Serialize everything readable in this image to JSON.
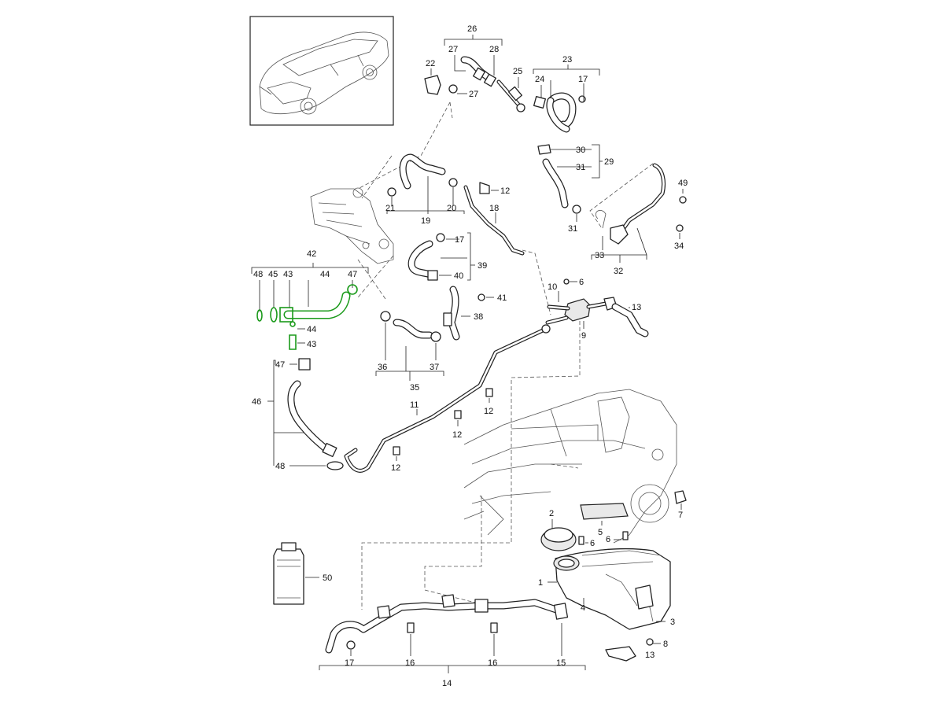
{
  "callouts": [
    {
      "id": "c-26a",
      "text": "26"
    },
    {
      "id": "c-27a",
      "text": "27"
    },
    {
      "id": "c-28",
      "text": "28"
    },
    {
      "id": "c-22",
      "text": "22"
    },
    {
      "id": "c-27b",
      "text": "27"
    },
    {
      "id": "c-25",
      "text": "25"
    },
    {
      "id": "c-23",
      "text": "23"
    },
    {
      "id": "c-24",
      "text": "24"
    },
    {
      "id": "c-17a",
      "text": "17"
    },
    {
      "id": "c-30",
      "text": "30"
    },
    {
      "id": "c-29",
      "text": "29"
    },
    {
      "id": "c-31a",
      "text": "31"
    },
    {
      "id": "c-31b",
      "text": "31"
    },
    {
      "id": "c-12a",
      "text": "12"
    },
    {
      "id": "c-21",
      "text": "21"
    },
    {
      "id": "c-20",
      "text": "20"
    },
    {
      "id": "c-19",
      "text": "19"
    },
    {
      "id": "c-18",
      "text": "18"
    },
    {
      "id": "c-49",
      "text": "49"
    },
    {
      "id": "c-33",
      "text": "33"
    },
    {
      "id": "c-34",
      "text": "34"
    },
    {
      "id": "c-32",
      "text": "32"
    },
    {
      "id": "c-17b",
      "text": "17"
    },
    {
      "id": "c-39",
      "text": "39"
    },
    {
      "id": "c-40",
      "text": "40"
    },
    {
      "id": "c-42",
      "text": "42"
    },
    {
      "id": "c-48a",
      "text": "48"
    },
    {
      "id": "c-45",
      "text": "45"
    },
    {
      "id": "c-43a",
      "text": "43"
    },
    {
      "id": "c-44a",
      "text": "44"
    },
    {
      "id": "c-47a",
      "text": "47"
    },
    {
      "id": "c-44b",
      "text": "44"
    },
    {
      "id": "c-43b",
      "text": "43"
    },
    {
      "id": "c-10",
      "text": "10"
    },
    {
      "id": "c-6a",
      "text": "6"
    },
    {
      "id": "c-41",
      "text": "41"
    },
    {
      "id": "c-13a",
      "text": "13"
    },
    {
      "id": "c-38",
      "text": "38"
    },
    {
      "id": "c-9",
      "text": "9"
    },
    {
      "id": "c-36",
      "text": "36"
    },
    {
      "id": "c-37",
      "text": "37"
    },
    {
      "id": "c-35",
      "text": "35"
    },
    {
      "id": "c-47b",
      "text": "47"
    },
    {
      "id": "c-46",
      "text": "46"
    },
    {
      "id": "c-11",
      "text": "11"
    },
    {
      "id": "c-12b",
      "text": "12"
    },
    {
      "id": "c-12c",
      "text": "12"
    },
    {
      "id": "c-12d",
      "text": "12"
    },
    {
      "id": "c-48b",
      "text": "48"
    },
    {
      "id": "c-7",
      "text": "7"
    },
    {
      "id": "c-2",
      "text": "2"
    },
    {
      "id": "c-5",
      "text": "5"
    },
    {
      "id": "c-6b",
      "text": "6"
    },
    {
      "id": "c-6c",
      "text": "6"
    },
    {
      "id": "c-50",
      "text": "50"
    },
    {
      "id": "c-1",
      "text": "1"
    },
    {
      "id": "c-4",
      "text": "4"
    },
    {
      "id": "c-3",
      "text": "3"
    },
    {
      "id": "c-8",
      "text": "8"
    },
    {
      "id": "c-13b",
      "text": "13"
    },
    {
      "id": "c-17c",
      "text": "17"
    },
    {
      "id": "c-16a",
      "text": "16"
    },
    {
      "id": "c-16b",
      "text": "16"
    },
    {
      "id": "c-15",
      "text": "15"
    },
    {
      "id": "c-14",
      "text": "14"
    }
  ],
  "highlight_color": "#1a9a1a",
  "line_color": "#222222"
}
